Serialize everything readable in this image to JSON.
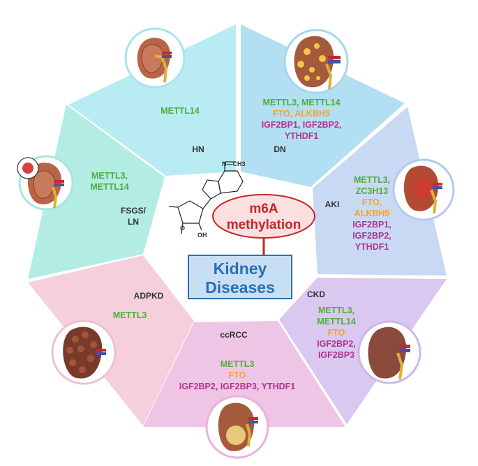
{
  "colors": {
    "hn": "#b8ecf2",
    "dn": "#b2dff2",
    "aki": "#c8d9f4",
    "ckd": "#dac8f0",
    "ccrcc": "#efc5e6",
    "adpkd": "#f6cfdc",
    "fsgs": "#b2ece3",
    "center_text": "#2a6fb5",
    "center_box": "#c7dff5",
    "m6a_fill": "#fbe0df",
    "m6a_text": "#c3262a",
    "green": "#4caf3e",
    "orange": "#f3a234",
    "magenta": "#b0358f"
  },
  "center": {
    "title_line1": "Kidney",
    "title_line2": "Diseases",
    "m6a_line1": "m6A",
    "m6a_line2": "methylation"
  },
  "molecule": {
    "methyl_label": "N—CH3",
    "oh_label": "OH",
    "o_label": "O"
  },
  "sectors": {
    "hn": {
      "label": "HN",
      "lines": [
        {
          "text": "METTL14",
          "color": "green"
        }
      ]
    },
    "dn": {
      "label": "DN",
      "lines": [
        {
          "text": "METTL3, METTL14",
          "color": "green"
        },
        {
          "text": "FTO, ALKBH5",
          "color": "orange"
        },
        {
          "text": "IGF2BP1, IGF2BP2,",
          "color": "magenta"
        },
        {
          "text": "YTHDF1",
          "color": "magenta"
        }
      ]
    },
    "aki": {
      "label": "AKI",
      "lines": [
        {
          "text": "METTL3,",
          "color": "green"
        },
        {
          "text": "ZC3H13",
          "color": "green"
        },
        {
          "text": "FTO,",
          "color": "orange"
        },
        {
          "text": "ALKBH5",
          "color": "orange"
        },
        {
          "text": "IGF2BP1,",
          "color": "magenta"
        },
        {
          "text": "IGF2BP2,",
          "color": "magenta"
        },
        {
          "text": "YTHDF1",
          "color": "magenta"
        }
      ]
    },
    "ckd": {
      "label": "CKD",
      "lines": [
        {
          "text": "METTL3,",
          "color": "green"
        },
        {
          "text": "METTL14",
          "color": "green"
        },
        {
          "text": "FTO",
          "color": "orange"
        },
        {
          "text": "IGF2BP2,",
          "color": "magenta"
        },
        {
          "text": "IGF2BP3",
          "color": "magenta"
        }
      ]
    },
    "ccrcc": {
      "label": "ccRCC",
      "lines": [
        {
          "text": "METTL3",
          "color": "green"
        },
        {
          "text": "FTO",
          "color": "orange"
        },
        {
          "text": "IGF2BP2, IGF2BP3,  YTHDF1",
          "color": "magenta"
        }
      ]
    },
    "adpkd": {
      "label": "ADPKD",
      "lines": [
        {
          "text": "METTL3",
          "color": "green"
        }
      ]
    },
    "fsgs": {
      "label_line1": "FSGS/",
      "label_line2": "LN",
      "lines": [
        {
          "text": "METTL3,",
          "color": "green"
        },
        {
          "text": "METTL14",
          "color": "green"
        }
      ]
    }
  }
}
